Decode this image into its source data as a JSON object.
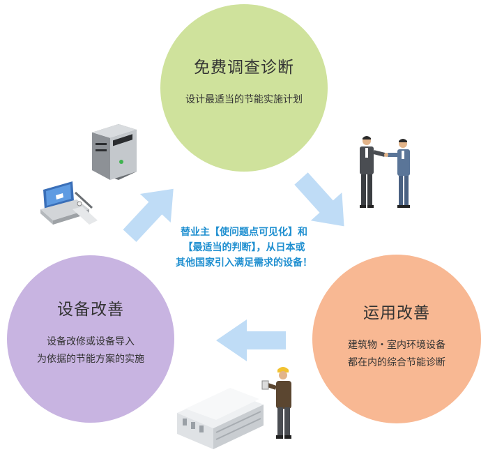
{
  "diagram": {
    "top": {
      "title": "免费调查诊断",
      "desc_lines": [
        "设计最适当的节能实施计划"
      ]
    },
    "right": {
      "title": "运用改善",
      "desc_lines": [
        "建筑物・室内环境设备",
        "都在内的综合节能诊断"
      ]
    },
    "left": {
      "title": "设备改善",
      "desc_lines": [
        "设备改修或设备导入",
        "为依据的节能方案的实施"
      ]
    },
    "center_lines": [
      "替业主【使问题点可见化】和",
      "【最适当的判断】，从日本或",
      "其他国家引入满足需求的设备！"
    ]
  },
  "colors": {
    "top_circle": "#cfe29c",
    "right_circle": "#f8b893",
    "left_circle": "#c8b4e1",
    "arrow": "#bfdcf6",
    "center_text": "#1f8fd0"
  },
  "icons": [
    "control-panel-icon",
    "handshake-people-icon",
    "factory-worker-icon"
  ]
}
